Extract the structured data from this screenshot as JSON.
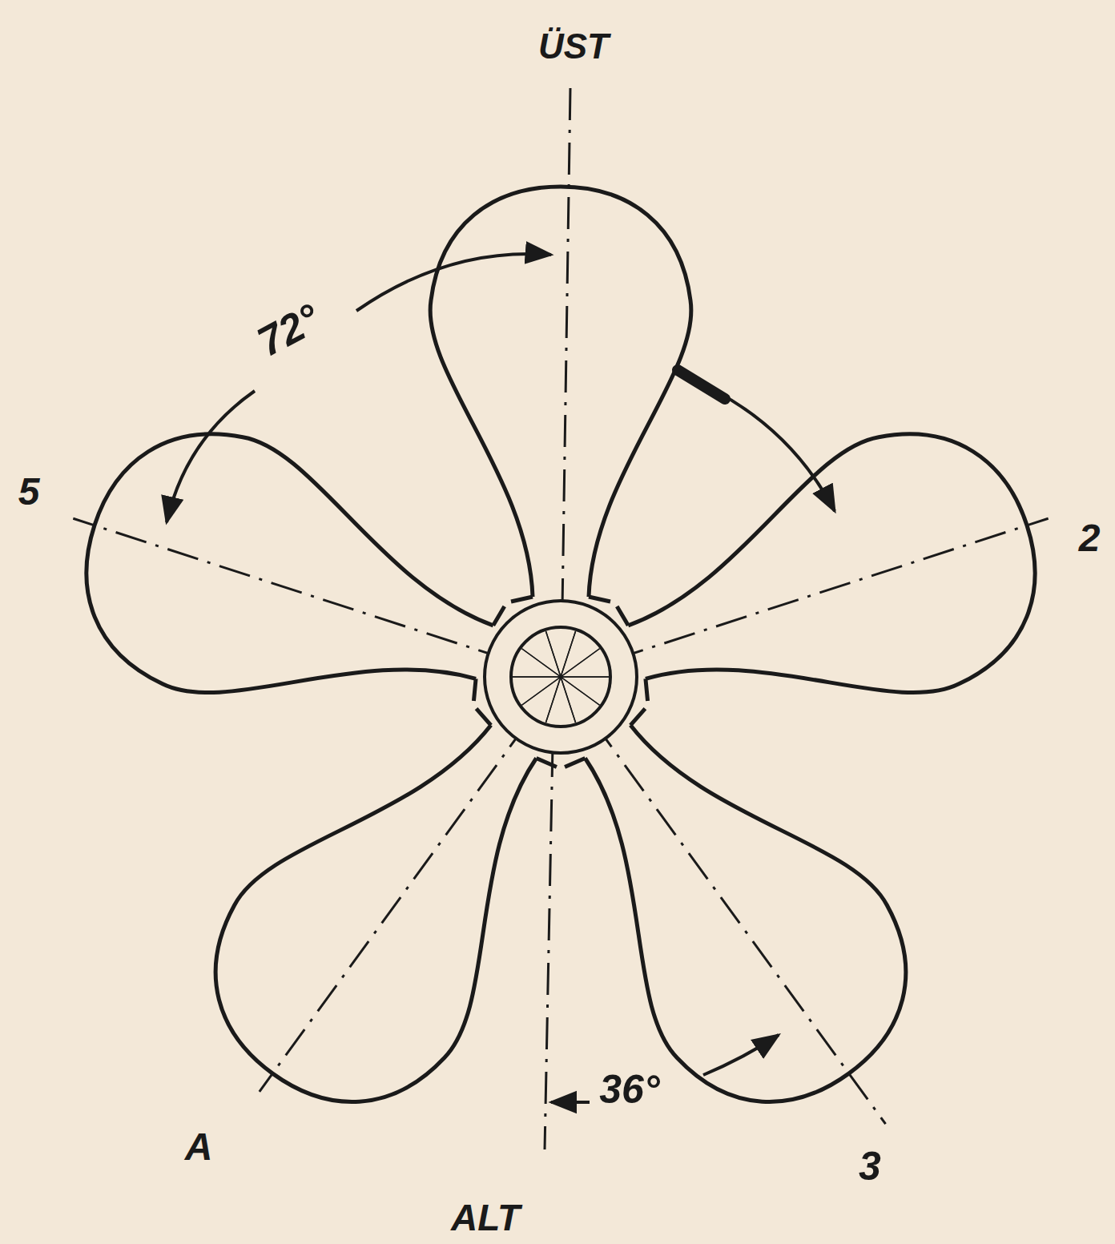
{
  "diagram": {
    "labels": [
      "ÜST",
      "72°",
      "5",
      "2",
      "A",
      "3",
      "36°",
      "ALT"
    ]
  }
}
